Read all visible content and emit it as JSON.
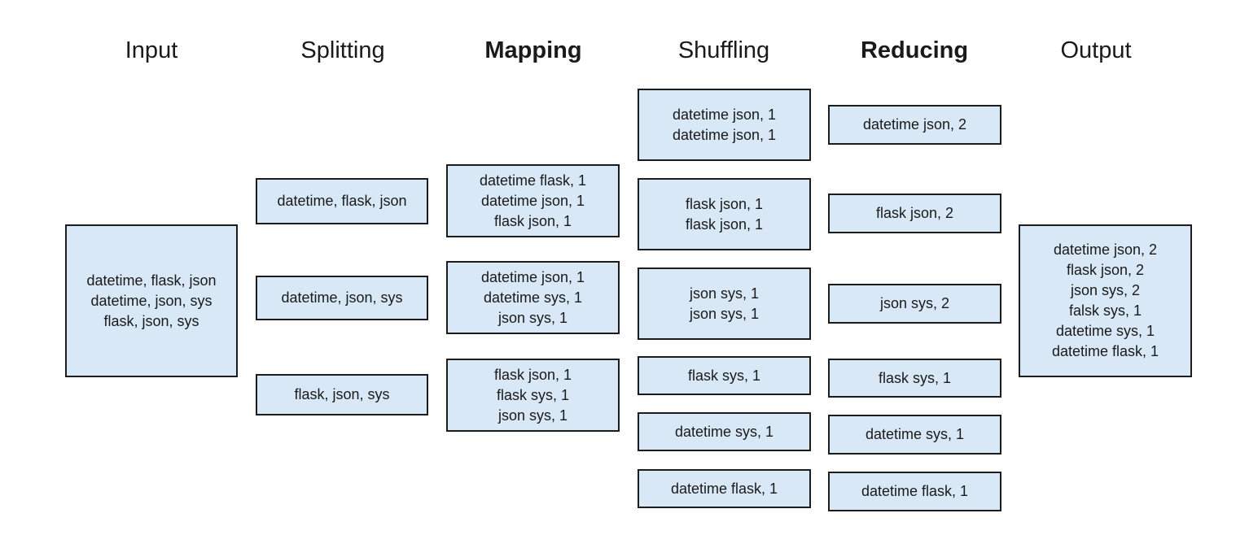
{
  "headers": {
    "input": "Input",
    "splitting": "Splitting",
    "mapping": "Mapping",
    "shuffling": "Shuffling",
    "reducing": "Reducing",
    "output": "Output"
  },
  "input": {
    "lines": [
      "datetime, flask, json",
      "datetime, json, sys",
      "flask, json, sys"
    ]
  },
  "splitting": [
    {
      "lines": [
        "datetime, flask, json"
      ]
    },
    {
      "lines": [
        "datetime, json, sys"
      ]
    },
    {
      "lines": [
        "flask, json, sys"
      ]
    }
  ],
  "mapping": [
    {
      "lines": [
        "datetime flask, 1",
        "datetime json, 1",
        "flask json, 1"
      ]
    },
    {
      "lines": [
        "datetime json, 1",
        "datetime sys, 1",
        "json sys, 1"
      ]
    },
    {
      "lines": [
        "flask json, 1",
        "flask sys, 1",
        "json sys, 1"
      ]
    }
  ],
  "shuffling": [
    {
      "lines": [
        "datetime json, 1",
        "datetime json, 1"
      ]
    },
    {
      "lines": [
        "flask json, 1",
        "flask json, 1"
      ]
    },
    {
      "lines": [
        "json sys, 1",
        "json sys, 1"
      ]
    },
    {
      "lines": [
        "flask sys, 1"
      ]
    },
    {
      "lines": [
        "datetime sys, 1"
      ]
    },
    {
      "lines": [
        "datetime flask, 1"
      ]
    }
  ],
  "reducing": [
    {
      "lines": [
        "datetime json, 2"
      ]
    },
    {
      "lines": [
        "flask json, 2"
      ]
    },
    {
      "lines": [
        "json sys, 2"
      ]
    },
    {
      "lines": [
        "flask sys, 1"
      ]
    },
    {
      "lines": [
        "datetime sys, 1"
      ]
    },
    {
      "lines": [
        "datetime flask, 1"
      ]
    }
  ],
  "output": {
    "lines": [
      "datetime json, 2",
      "flask json, 2",
      "json sys, 2",
      "falsk sys, 1",
      "datetime sys, 1",
      "datetime flask, 1"
    ]
  },
  "colors": {
    "box_fill": "#d9e8f6",
    "box_border": "#1c1c1c",
    "text": "#1a1a1a"
  }
}
